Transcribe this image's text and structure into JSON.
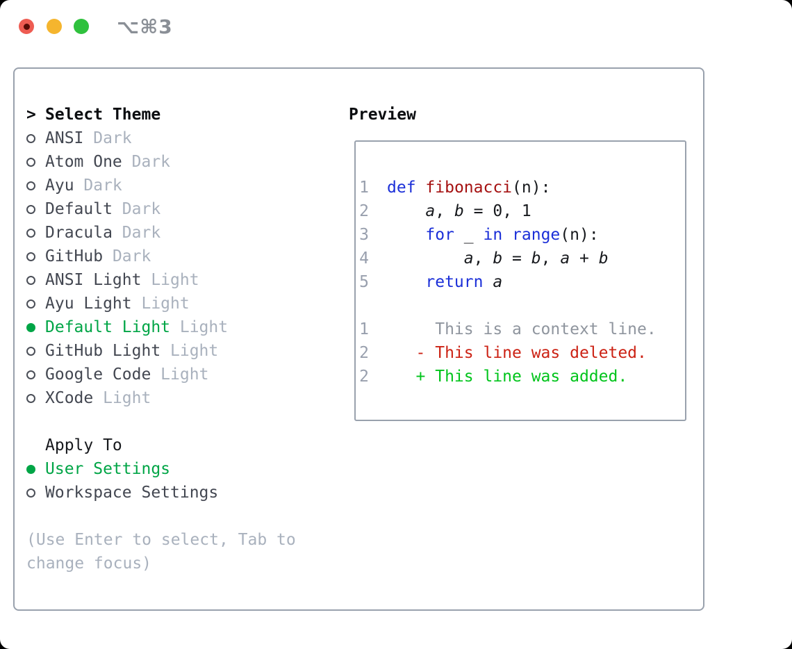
{
  "titlebar": {
    "shortcut": "⌥⌘3",
    "window_controls": [
      {
        "name": "close",
        "color": "#ee5c52",
        "has_unsaved_dot": true
      },
      {
        "name": "minimize",
        "color": "#f5b52e"
      },
      {
        "name": "zoom",
        "color": "#2fc13d"
      }
    ]
  },
  "colors": {
    "panel_border": "#99a1ad",
    "selection_green": "#00a546",
    "keyword_blue": "#1b2fd8",
    "function_red": "#a51111",
    "deleted_red": "#cc2214",
    "added_green": "#00c41b",
    "muted_gray": "#a9b1bd",
    "line_number_gray": "#989fad",
    "text_dark": "#17191d"
  },
  "theme_panel": {
    "header": {
      "prompt": ">",
      "label": "Select Theme"
    },
    "themes": [
      {
        "name": "ANSI",
        "tag": "Dark",
        "selected": false
      },
      {
        "name": "Atom One",
        "tag": "Dark",
        "selected": false
      },
      {
        "name": "Ayu",
        "tag": "Dark",
        "selected": false
      },
      {
        "name": "Default",
        "tag": "Dark",
        "selected": false
      },
      {
        "name": "Dracula",
        "tag": "Dark",
        "selected": false
      },
      {
        "name": "GitHub",
        "tag": "Dark",
        "selected": false
      },
      {
        "name": "ANSI Light",
        "tag": "Light",
        "selected": false
      },
      {
        "name": "Ayu Light",
        "tag": "Light",
        "selected": false
      },
      {
        "name": "Default Light",
        "tag": "Light",
        "selected": true
      },
      {
        "name": "GitHub Light",
        "tag": "Light",
        "selected": false
      },
      {
        "name": "Google Code",
        "tag": "Light",
        "selected": false
      },
      {
        "name": "XCode",
        "tag": "Light",
        "selected": false
      }
    ],
    "apply_to": {
      "label": "Apply To",
      "options": [
        {
          "name": "User Settings",
          "selected": true
        },
        {
          "name": "Workspace Settings",
          "selected": false
        }
      ]
    },
    "hint_line1": "(Use Enter to select, Tab to",
    "hint_line2": "change focus)"
  },
  "preview": {
    "title": "Preview",
    "lines": [
      {
        "ln": "1",
        "tokens": [
          {
            "t": "def",
            "c": "kw"
          },
          {
            "t": " ",
            "c": "pl"
          },
          {
            "t": "fibonacci",
            "c": "fn"
          },
          {
            "t": "(n):",
            "c": "pl"
          }
        ]
      },
      {
        "ln": "2",
        "tokens": [
          {
            "t": "    ",
            "c": "pl"
          },
          {
            "t": "a",
            "c": "var"
          },
          {
            "t": ", ",
            "c": "pl"
          },
          {
            "t": "b",
            "c": "var"
          },
          {
            "t": " = 0, 1",
            "c": "pl"
          }
        ]
      },
      {
        "ln": "3",
        "tokens": [
          {
            "t": "    ",
            "c": "pl"
          },
          {
            "t": "for",
            "c": "kw"
          },
          {
            "t": " _ ",
            "c": "pl"
          },
          {
            "t": "in",
            "c": "kw"
          },
          {
            "t": " ",
            "c": "pl"
          },
          {
            "t": "range",
            "c": "kw"
          },
          {
            "t": "(n):",
            "c": "pl"
          }
        ]
      },
      {
        "ln": "4",
        "tokens": [
          {
            "t": "        ",
            "c": "pl"
          },
          {
            "t": "a",
            "c": "var"
          },
          {
            "t": ", ",
            "c": "pl"
          },
          {
            "t": "b",
            "c": "var"
          },
          {
            "t": " = ",
            "c": "pl"
          },
          {
            "t": "b",
            "c": "var"
          },
          {
            "t": ", ",
            "c": "pl"
          },
          {
            "t": "a",
            "c": "var"
          },
          {
            "t": " + ",
            "c": "pl"
          },
          {
            "t": "b",
            "c": "var"
          }
        ]
      },
      {
        "ln": "5",
        "tokens": [
          {
            "t": "    ",
            "c": "pl"
          },
          {
            "t": "return",
            "c": "kw"
          },
          {
            "t": " ",
            "c": "pl"
          },
          {
            "t": "a",
            "c": "var"
          }
        ]
      },
      {
        "ln": "",
        "tokens": []
      },
      {
        "ln": "1",
        "tokens": [
          {
            "t": "     This is a context line.",
            "c": "ctx"
          }
        ]
      },
      {
        "ln": "2",
        "tokens": [
          {
            "t": "   - This line was deleted.",
            "c": "del"
          }
        ]
      },
      {
        "ln": "2",
        "tokens": [
          {
            "t": "   + This line was added.",
            "c": "add"
          }
        ]
      }
    ]
  }
}
